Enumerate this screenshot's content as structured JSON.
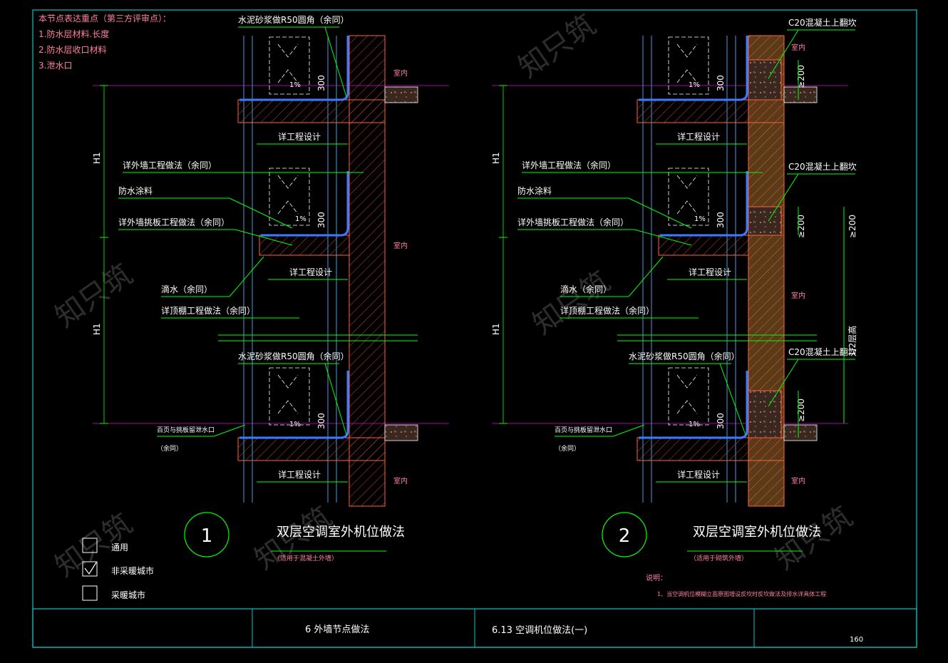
{
  "notes": {
    "heading": "本节点表达重点（第三方评审点）：",
    "items": [
      "1.防水层材料.长度",
      "2.防水层收口材料",
      "3.泄水口"
    ]
  },
  "detail1": {
    "number": "1",
    "title": "双层空调室外机位做法",
    "subtitle": "（适用于混凝土外墙）",
    "labels": {
      "mortar_round_top": "水泥砂浆做R50圆角（余同）",
      "mortar_round_bottom": "水泥砂浆做R50圆角（余同）",
      "exterior_wall": "详外墙工程做法（余同）",
      "waterproof": "防水涂料",
      "slab": "详外墙挑板工程做法（余同）",
      "drip": "滴水（余同）",
      "ceiling": "详顶棚工程做法（余同）",
      "design_top": "详工程设计",
      "design_mid": "详工程设计",
      "design_bottom": "详工程设计",
      "louver": "百页与挑板留泄水口",
      "louver_sub": "（余同）",
      "indoor_1": "室内",
      "indoor_2": "室内",
      "indoor_3": "室内",
      "dim_top": "300",
      "dim_mid": "300",
      "dim_bot": "300",
      "slope_top": "1%",
      "slope_mid": "1%",
      "slope_bot": "1%",
      "h1_top": "H1",
      "h1_bot": "H1"
    }
  },
  "detail2": {
    "number": "2",
    "title": "双层空调室外机位做法",
    "subtitle": "（适用于砌筑外墙）",
    "labels": {
      "c20_top": "C20混凝土上翻坎",
      "c20_mid": "C20混凝土上翻坎",
      "c20_bot": "C20混凝土上翻坎",
      "mortar_round": "水泥砂浆做R50圆角（余同）",
      "exterior_wall": "详外墙工程做法（余同）",
      "waterproof": "防水涂料",
      "slab": "详外墙挑板工程做法（余同）",
      "drip": "滴水（余同）",
      "ceiling": "详顶棚工程做法（余同）",
      "design_top": "详工程设计",
      "design_mid": "详工程设计",
      "design_bottom": "详工程设计",
      "louver": "百页与挑板留泄水口",
      "louver_sub": "（余同）",
      "indoor_1": "室内",
      "indoor_2": "室内",
      "indoor_3": "室内",
      "ge200_top": "≥200",
      "ge200_mid": "≥200",
      "ge200_right": "≥200",
      "ge200_bot": "≥200",
      "half_height": "1/2层高",
      "dim_top": "300",
      "dim_mid": "300",
      "dim_bot": "300",
      "slope_top": "1%",
      "slope_mid": "1%",
      "slope_bot": "1%",
      "h1_top": "H1",
      "h1_bot": "H1",
      "note_title": "说明：",
      "note_1": "1、当空调机位模糊立面原图增设反坎时反坎做法及排水详具体工程"
    }
  },
  "legend": [
    {
      "label": "通用",
      "checked": false
    },
    {
      "label": "非采暖城市",
      "checked": true
    },
    {
      "label": "采暖城市",
      "checked": false
    }
  ],
  "titleblock": {
    "section": "6  外墙节点做法",
    "subsection": "6.13  空调机位做法(一)",
    "page": "160"
  },
  "watermark": "知只筑",
  "colors": {
    "background": "#000000",
    "border": "#00c8c8",
    "leader": "#00ff00",
    "text": "#ffffff",
    "note_text": "#ff80a0",
    "hatch": "#ff6040",
    "dimension_line": "#e000e0",
    "waterproof": "#3a7bff",
    "wall_blue": "#4a9ad8"
  }
}
